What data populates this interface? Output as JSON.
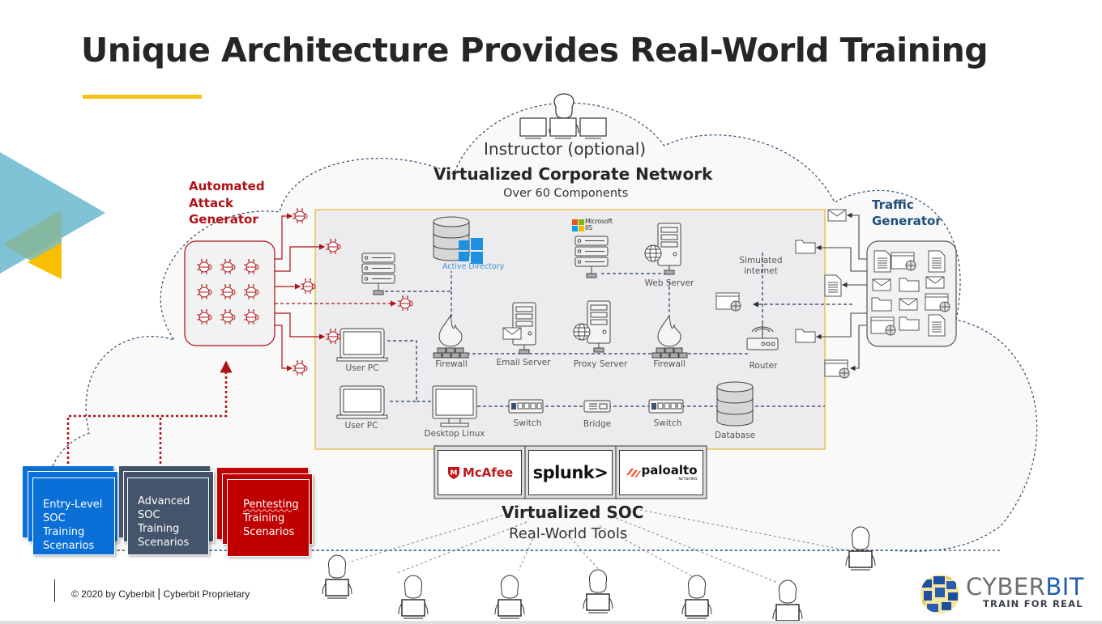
{
  "slide": {
    "title": "Unique Architecture Provides Real-World Training",
    "accent_color": "#f5c21a"
  },
  "instructor": {
    "label": "Instructor (optional)"
  },
  "corporate_network": {
    "title": "Virtualized Corporate Network",
    "subtitle": "Over 60 Components",
    "nodes": {
      "active_directory": "Active Directory",
      "microsoft_iis_line1": "Microsoft",
      "microsoft_iis_line2": "IIS",
      "web_server": "Web Server",
      "simulated_internet_line1": "Simulated",
      "simulated_internet_line2": "internet",
      "user_pc_1": "User PC",
      "firewall_1": "Firewall",
      "email_server": "Email Server",
      "proxy_server": "Proxy Server",
      "firewall_2": "Firewall",
      "router": "Router",
      "user_pc_2": "User PC",
      "desktop_linux": "Desktop Linux",
      "switch_1": "Switch",
      "bridge": "Bridge",
      "switch_2": "Switch",
      "database": "Database"
    }
  },
  "attack_generator": {
    "title_line1": "Automated",
    "title_line2": "Attack",
    "title_line3": "Generator",
    "color": "#b01116"
  },
  "traffic_generator": {
    "title_line1": "Traffic",
    "title_line2": "Generator",
    "color": "#1f4e79"
  },
  "soc": {
    "title": "Virtualized SOC",
    "subtitle": "Real-World Tools",
    "tools": [
      {
        "name": "McAfee"
      },
      {
        "name": "splunk>"
      },
      {
        "name": "paloalto",
        "sub": "NETWORKS"
      }
    ]
  },
  "scenarios": [
    {
      "line1": "Entry-Level",
      "line2": "SOC Training",
      "line3": "Scenarios",
      "color": "#0a6fd6"
    },
    {
      "line1": "Advanced",
      "line2": "SOC Training",
      "line3": "Scenarios",
      "color": "#44546a"
    },
    {
      "line1": "Pentesting",
      "line2": "Training",
      "line3": "Scenarios",
      "color": "#c00000"
    }
  ],
  "footer": {
    "copyright": "© 2020 by Cyberbit",
    "separator": "|",
    "proprietary": "Cyberbit Proprietary"
  },
  "logo": {
    "brand_part1": "CYBER",
    "brand_part2": "BIT",
    "tagline": "TRAIN FOR REAL"
  }
}
